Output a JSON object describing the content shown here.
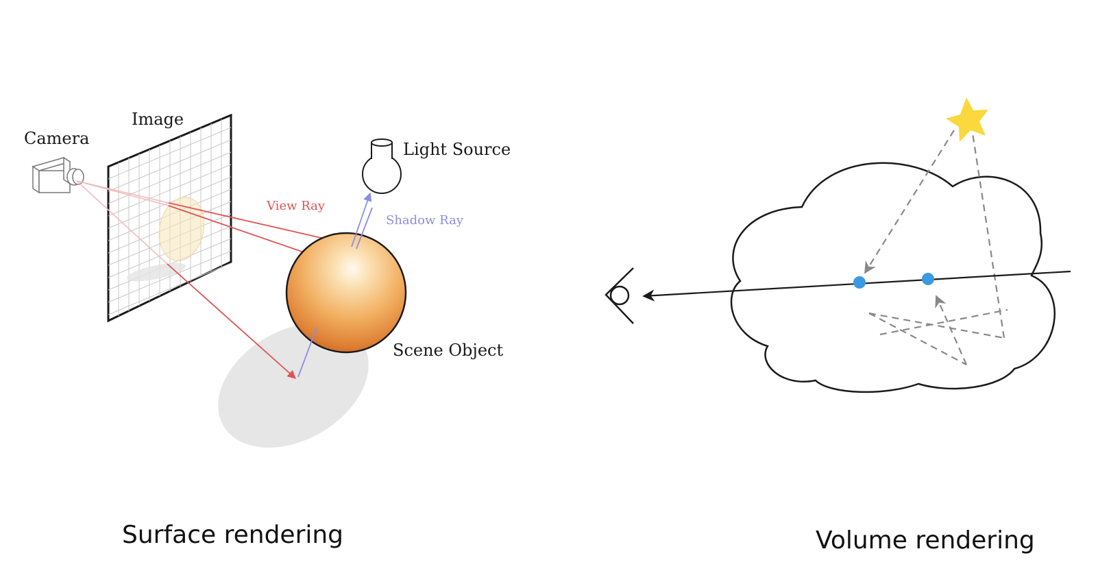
{
  "surface_panel": {
    "labels": {
      "camera": "Camera",
      "image": "Image",
      "light_source": "Light Source",
      "view_ray": "View Ray",
      "shadow_ray": "Shadow Ray",
      "scene_object": "Scene Object"
    },
    "caption": "Surface rendering"
  },
  "volume_panel": {
    "caption": "Volume rendering"
  },
  "colors": {
    "view_ray": "#e05353",
    "shadow_ray": "#8c8ce6",
    "sample_point": "#3b9ae1",
    "star": "#fbd83b",
    "dashed_ray": "#888888",
    "outline": "#1a1a1a",
    "shadow": "#e6e6e6"
  }
}
